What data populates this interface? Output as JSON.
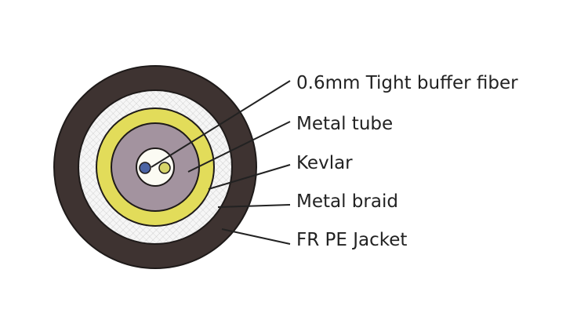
{
  "title": "Cable cross-section",
  "labels": {
    "fiber": "0.6mm Tight buffer fiber",
    "tube": "Metal tube",
    "kevlar": "Kevlar",
    "braid": "Metal braid",
    "jacket": "FR PE Jacket"
  },
  "colors": {
    "jacket": "#3e3331",
    "braid": "#f4f4f4",
    "kevlar": "#e2dc5a",
    "tube": "#a3939f",
    "buffer": "#fbfbf3",
    "fiber_blue": "#4b64a4",
    "fiber_yellow": "#d6d46a"
  }
}
